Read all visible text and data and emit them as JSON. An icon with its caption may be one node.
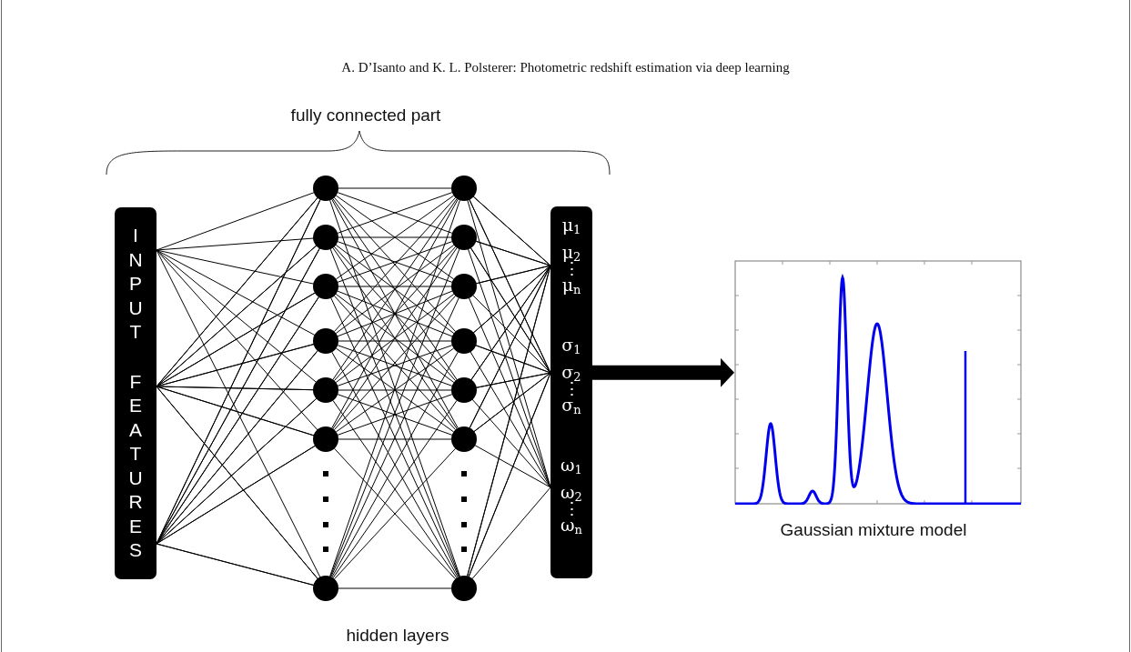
{
  "diagram": {
    "title": "A. D’Isanto and K. L. Polsterer: Photometric redshift estimation via deep learning",
    "nodes": [
      {
        "text": [
          "INPUT",
          "FEATURES"
        ]
      },
      {
        "text": [],
        "shape": "circle"
      },
      {
        "text": [],
        "shape": "circle"
      },
      {
        "text": [],
        "shape": "circle"
      },
      {
        "text": [],
        "shape": "circle"
      },
      {
        "text": [],
        "shape": "circle"
      },
      {
        "text": [],
        "shape": "circle"
      },
      {
        "text": [],
        "shape": "circle"
      },
      {
        "text": [],
        "shape": "circle"
      },
      {
        "text": [],
        "shape": "circle"
      },
      {
        "text": [],
        "shape": "circle"
      },
      {
        "text": [],
        "shape": "circle"
      },
      {
        "text": [],
        "shape": "circle"
      },
      {
        "text": [],
        "shape": "circle"
      },
      {
        "text": [],
        "shape": "circle"
      },
      {
        "text": [
          "μ$_{1}$",
          "μ$_{2}$",
          "⋮",
          "μ$_{n}$",
          "σ$_{1}$",
          "σ$_{2}$",
          "⋮",
          "σ$_{n}$",
          "ω$_{1}$",
          "ω$_{2}$",
          "⋮",
          "ω$_{n}$"
        ]
      },
      {
        "text": [],
        "shape": "picture",
        "beside": [
          "Gaussian mixture model"
        ]
      }
    ],
    "edges": [
      {
        "from": 0,
        "to": 1,
        "arrow": "none"
      },
      {
        "from": 0,
        "to": 2,
        "arrow": "none"
      },
      {
        "from": 0,
        "to": 3,
        "arrow": "none"
      },
      {
        "from": 0,
        "to": 4,
        "arrow": "none"
      },
      {
        "from": 0,
        "to": 5,
        "arrow": "none"
      },
      {
        "from": 0,
        "to": 6,
        "arrow": "none"
      },
      {
        "from": 0,
        "to": 7,
        "arrow": "none"
      },
      {
        "from": 1,
        "to": 8,
        "arrow": "none"
      },
      {
        "from": 1,
        "to": 9,
        "arrow": "none"
      },
      {
        "from": 1,
        "to": 10,
        "arrow": "none"
      },
      {
        "from": 1,
        "to": 11,
        "arrow": "none"
      },
      {
        "from": 1,
        "to": 12,
        "arrow": "none"
      },
      {
        "from": 1,
        "to": 13,
        "arrow": "none"
      },
      {
        "from": 1,
        "to": 14,
        "arrow": "none"
      },
      {
        "from": 2,
        "to": 8,
        "arrow": "none"
      },
      {
        "from": 2,
        "to": 9,
        "arrow": "none"
      },
      {
        "from": 2,
        "to": 10,
        "arrow": "none"
      },
      {
        "from": 2,
        "to": 11,
        "arrow": "none"
      },
      {
        "from": 2,
        "to": 12,
        "arrow": "none"
      },
      {
        "from": 2,
        "to": 13,
        "arrow": "none"
      },
      {
        "from": 2,
        "to": 14,
        "arrow": "none"
      },
      {
        "from": 3,
        "to": 8,
        "arrow": "none"
      },
      {
        "from": 3,
        "to": 9,
        "arrow": "none"
      },
      {
        "from": 3,
        "to": 10,
        "arrow": "none"
      },
      {
        "from": 3,
        "to": 11,
        "arrow": "none"
      },
      {
        "from": 3,
        "to": 12,
        "arrow": "none"
      },
      {
        "from": 3,
        "to": 13,
        "arrow": "none"
      },
      {
        "from": 3,
        "to": 14,
        "arrow": "none"
      },
      {
        "from": 4,
        "to": 8,
        "arrow": "none"
      },
      {
        "from": 4,
        "to": 9,
        "arrow": "none"
      },
      {
        "from": 4,
        "to": 10,
        "arrow": "none"
      },
      {
        "from": 4,
        "to": 11,
        "arrow": "none"
      },
      {
        "from": 4,
        "to": 12,
        "arrow": "none"
      },
      {
        "from": 4,
        "to": 13,
        "arrow": "none"
      },
      {
        "from": 4,
        "to": 14,
        "arrow": "none"
      },
      {
        "from": 5,
        "to": 8,
        "arrow": "none"
      },
      {
        "from": 5,
        "to": 9,
        "arrow": "none"
      },
      {
        "from": 5,
        "to": 10,
        "arrow": "none"
      },
      {
        "from": 5,
        "to": 11,
        "arrow": "none"
      },
      {
        "from": 5,
        "to": 12,
        "arrow": "none"
      },
      {
        "from": 5,
        "to": 13,
        "arrow": "none"
      },
      {
        "from": 5,
        "to": 14,
        "arrow": "none"
      },
      {
        "from": 6,
        "to": 8,
        "arrow": "none"
      },
      {
        "from": 6,
        "to": 9,
        "arrow": "none"
      },
      {
        "from": 6,
        "to": 10,
        "arrow": "none"
      },
      {
        "from": 6,
        "to": 11,
        "arrow": "none"
      },
      {
        "from": 6,
        "to": 12,
        "arrow": "none"
      },
      {
        "from": 6,
        "to": 13,
        "arrow": "none"
      },
      {
        "from": 6,
        "to": 14,
        "arrow": "none"
      },
      {
        "from": 7,
        "to": 8,
        "arrow": "none"
      },
      {
        "from": 7,
        "to": 9,
        "arrow": "none"
      },
      {
        "from": 7,
        "to": 10,
        "arrow": "none"
      },
      {
        "from": 7,
        "to": 11,
        "arrow": "none"
      },
      {
        "from": 7,
        "to": 12,
        "arrow": "none"
      },
      {
        "from": 7,
        "to": 13,
        "arrow": "none"
      },
      {
        "from": 7,
        "to": 14,
        "arrow": "none"
      },
      {
        "from": 8,
        "to": 15,
        "arrow": "none"
      },
      {
        "from": 9,
        "to": 15,
        "arrow": "none"
      },
      {
        "from": 10,
        "to": 15,
        "arrow": "none"
      },
      {
        "from": 11,
        "to": 15,
        "arrow": "none"
      },
      {
        "from": 12,
        "to": 15,
        "arrow": "none"
      },
      {
        "from": 13,
        "to": 15,
        "arrow": "none"
      },
      {
        "from": 14,
        "to": 15,
        "arrow": "none"
      },
      {
        "from": 15,
        "to": 16,
        "arrow": "to",
        "style": "thick"
      }
    ],
    "labels": [
      "fully connected part",
      "hidden layers"
    ]
  }
}
